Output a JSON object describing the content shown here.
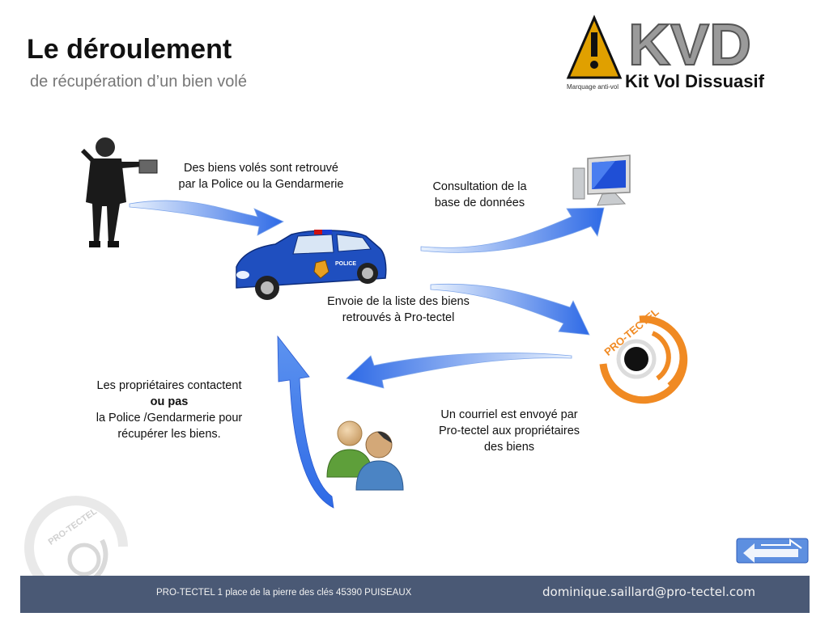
{
  "header": {
    "title": "Le déroulement",
    "subtitle": "de récupération d’un bien volé"
  },
  "logo": {
    "main_text": "KVD",
    "tagline": "Kit Vol Dissuasif",
    "small_text": "Marquage anti-vol"
  },
  "steps": {
    "found": [
      "Des biens volés sont retrouvé",
      "par la Police ou la Gendarmerie"
    ],
    "consult": [
      "Consultation de la",
      "base de données"
    ],
    "sendlist": [
      "Envoie de la liste des biens",
      "retrouvés à Pro-tectel"
    ],
    "mail": [
      "Un courriel est envoyé par",
      "Pro-tectel aux propriétaires",
      "des biens"
    ],
    "owners": {
      "line1": "Les propriétaires contactent",
      "bold": "ou pas",
      "line3": "la Police /Gendarmerie pour",
      "line4": "récupérer les biens."
    }
  },
  "badges": {
    "police": "POLICE",
    "protectel": "PRO-TECTEL"
  },
  "footer": {
    "address": "PRO-TECTEL 1 place de la pierre des clés 45390 PUISEAUX",
    "email": "dominique.saillard@pro-tectel.com"
  },
  "colors": {
    "arrow_light": "#d6e6fb",
    "arrow_dark": "#2e6ae6",
    "footer_bg": "#4a5975",
    "protectel_orange": "#f08a23",
    "car_blue": "#1f4fbf"
  }
}
